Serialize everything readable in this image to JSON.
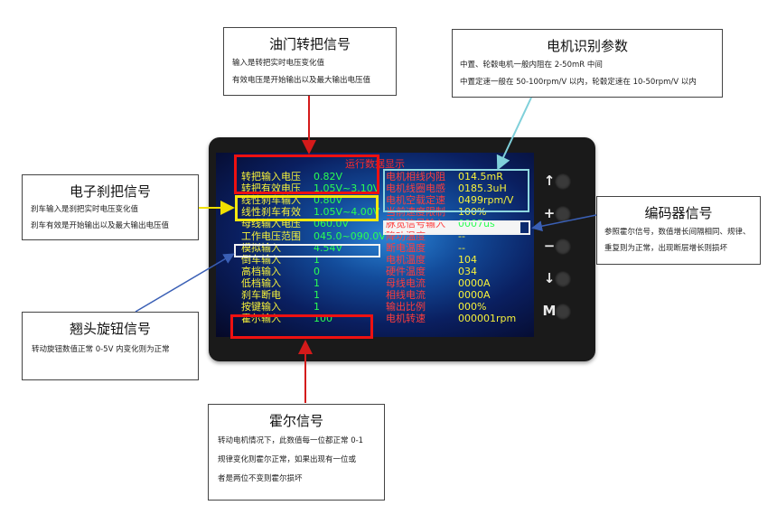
{
  "callouts": {
    "throttle": {
      "title": "油门转把信号",
      "lines": [
        "输入是转把实时电压变化值",
        "有效电压是开始输出以及最大输出电压值"
      ]
    },
    "motor": {
      "title": "电机识别参数",
      "lines": [
        "中置、轮毂电机一般内阻在 2-50mR 中间",
        "中置定速一般在 50-100rpm/V 以内，轮毂定速在 10-50rpm/V 以内"
      ]
    },
    "brake": {
      "title": "电子刹把信号",
      "lines": [
        "刹车输入是刹把实时电压变化值",
        "刹车有效是开始输出以及最大输出电压值"
      ]
    },
    "encoder": {
      "title": "编码器信号",
      "lines": [
        "参照霍尔信号，数值增长间隔相同、规律、",
        "重复则为正常，出现断层增长则损坏"
      ]
    },
    "knob": {
      "title": "翘头旋钮信号",
      "lines": [
        "转动旋钮数值正常 0-5V 内变化则为正常"
      ]
    },
    "hall": {
      "title": "霍尔信号",
      "lines": [
        "转动电机情况下，此数值每一位都正常 0-1",
        "规律变化则霍尔正常，如果出现有一位或",
        "者是两位不变则霍尔损坏"
      ]
    }
  },
  "screen": {
    "title": "运行数据显示",
    "left": [
      {
        "label": "转把输入电压",
        "value": "0.82V"
      },
      {
        "label": "转把有效电压",
        "value": "1.05V~3.10V"
      },
      {
        "label": "线性刹车输入",
        "value": "0.80V"
      },
      {
        "label": "线性刹车有效",
        "value": "1.05V~4.00V"
      },
      {
        "label": "母线输入电压",
        "value": "060.0V"
      },
      {
        "label": "工作电压范围",
        "value": "045.0~090.0V"
      },
      {
        "label": "模拟输入",
        "value": "4.54V"
      },
      {
        "label": "倒车输入",
        "value": "1"
      },
      {
        "label": "高档输入",
        "value": "0"
      },
      {
        "label": "低档输入",
        "value": "1"
      },
      {
        "label": "刹车断电",
        "value": "1"
      },
      {
        "label": "按键输入",
        "value": "1"
      },
      {
        "label": "霍尔输入",
        "value": "100"
      }
    ],
    "right": [
      {
        "label": "电机相线内阻",
        "value": "014.5mR"
      },
      {
        "label": "电机线圈电感",
        "value": "0185.3uH"
      },
      {
        "label": "电机空载定速",
        "value": "0499rpm/V"
      },
      {
        "label": "当前速度限制",
        "value": "100%"
      },
      {
        "label": "脉宽信号输入",
        "value": "0007us"
      },
      {
        "label": "降功温度",
        "value": "--"
      },
      {
        "label": "断电温度",
        "value": "--"
      },
      {
        "label": "电机温度",
        "value": "104"
      },
      {
        "label": "硬件温度",
        "value": "034"
      },
      {
        "label": "母线电流",
        "value": "0000A"
      },
      {
        "label": "相线电流",
        "value": "0000A"
      },
      {
        "label": "输出比例",
        "value": "000%"
      },
      {
        "label": "电机转速",
        "value": "000001rpm"
      }
    ]
  },
  "buttons": [
    "↑",
    "+",
    "−",
    "↓",
    "M"
  ],
  "colors": {
    "yellow": "#f7f23a",
    "green": "#2aff52",
    "red": "#ff3c3c",
    "highlight_red": "#e11",
    "highlight_cyan": "#8fd8e0",
    "highlight_yellow": "#f5e80f",
    "arrow_blue": "#3a5fb5"
  },
  "icons": [
    "arrow-up-icon",
    "plus-icon",
    "minus-icon",
    "arrow-down-icon",
    "mode-icon"
  ]
}
